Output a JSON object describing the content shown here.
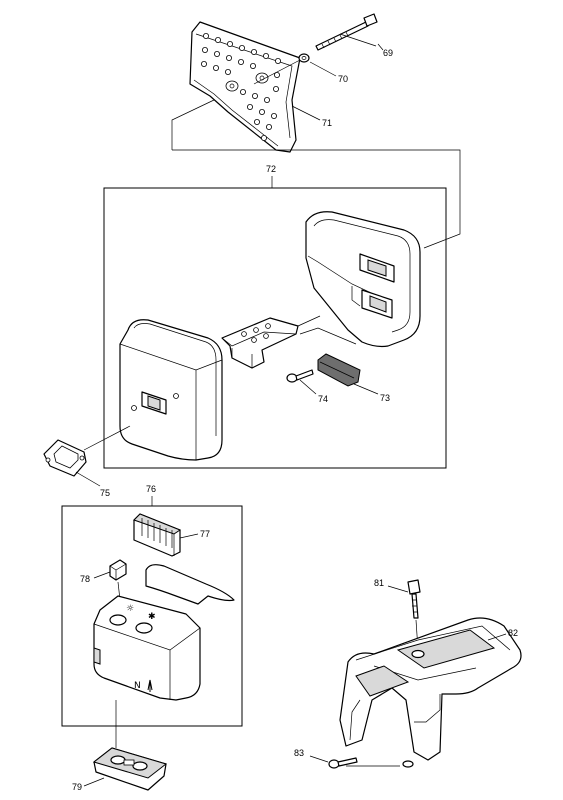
{
  "labels": {
    "p69": "69",
    "p70": "70",
    "p71": "71",
    "p72": "72",
    "p73": "73",
    "p74": "74",
    "p75": "75",
    "p76": "76",
    "p77": "77",
    "p78": "78",
    "p79": "79",
    "p81": "81",
    "p82": "82",
    "p83": "83"
  },
  "marks": {
    "sun_symbol": "☼",
    "star_symbol": "✱",
    "n_letter": "N"
  },
  "colors": {
    "line": "#000000",
    "shade": "#d9d9d9",
    "dark": "#6e6e6e",
    "background": "#ffffff"
  }
}
